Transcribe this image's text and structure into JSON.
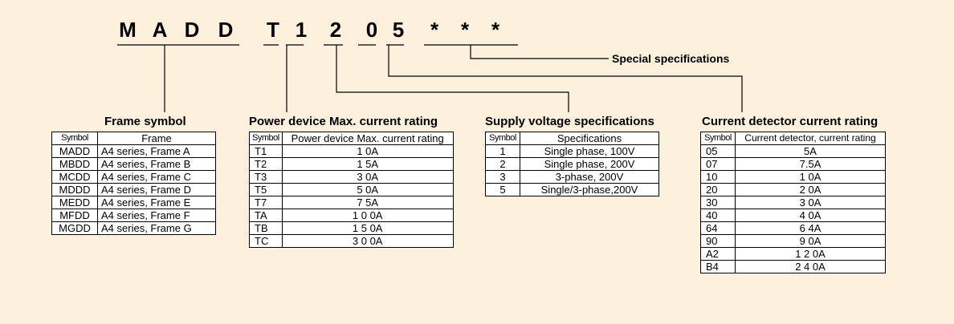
{
  "model_code": [
    "M",
    "A",
    "D",
    "D",
    "T",
    "1",
    "2",
    "0",
    "5",
    "*",
    "*",
    "*"
  ],
  "special_label": "Special specifications",
  "frame": {
    "title": "Frame symbol",
    "headers": [
      "Symbol",
      "Frame"
    ],
    "rows": [
      [
        "MADD",
        "A4 series, Frame A"
      ],
      [
        "MBDD",
        "A4 series, Frame B"
      ],
      [
        "MCDD",
        "A4 series, Frame C"
      ],
      [
        "MDDD",
        "A4 series, Frame D"
      ],
      [
        "MEDD",
        "A4 series, Frame E"
      ],
      [
        "MFDD",
        "A4 series, Frame F"
      ],
      [
        "MGDD",
        "A4 series, Frame G"
      ]
    ]
  },
  "power": {
    "title": "Power device Max. current rating",
    "headers": [
      "Symbol",
      "Power device Max. current rating"
    ],
    "rows": [
      [
        "T1",
        "1 0A"
      ],
      [
        "T2",
        "1 5A"
      ],
      [
        "T3",
        "3 0A"
      ],
      [
        "T5",
        "5 0A"
      ],
      [
        "T7",
        "7 5A"
      ],
      [
        "TA",
        "1 0 0A"
      ],
      [
        "TB",
        "1 5 0A"
      ],
      [
        "TC",
        "3 0 0A"
      ]
    ]
  },
  "voltage": {
    "title": "Supply voltage specifications",
    "headers": [
      "Symbol",
      "Specifications"
    ],
    "rows": [
      [
        "1",
        "Single phase, 100V"
      ],
      [
        "2",
        "Single phase, 200V"
      ],
      [
        "3",
        "3-phase, 200V"
      ],
      [
        "5",
        "Single/3-phase,200V"
      ]
    ]
  },
  "detector": {
    "title": "Current detector current rating",
    "headers": [
      "Symbol",
      "Current detector, current rating"
    ],
    "rows": [
      [
        "05",
        "5A"
      ],
      [
        "07",
        "7.5A"
      ],
      [
        "10",
        "1 0A"
      ],
      [
        "20",
        "2 0A"
      ],
      [
        "30",
        "3 0A"
      ],
      [
        "40",
        "4 0A"
      ],
      [
        "64",
        "6 4A"
      ],
      [
        "90",
        "9 0A"
      ],
      [
        "A2",
        "1 2 0A"
      ],
      [
        "B4",
        "2 4 0A"
      ]
    ]
  }
}
